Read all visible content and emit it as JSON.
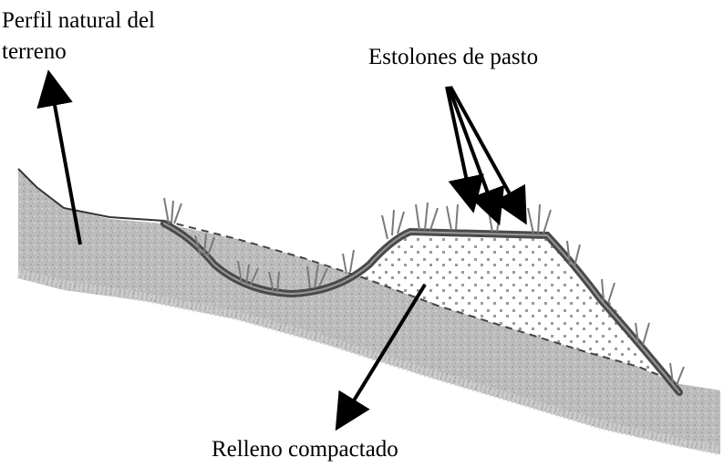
{
  "labels": {
    "natural_profile": [
      "Perfil natural del",
      "terreno"
    ],
    "grass_stolons": "Estolones de pasto",
    "compacted_fill": "Relleno compactado"
  },
  "colors": {
    "soil": "#b8b8b8",
    "soil_dark": "#8a8a8a",
    "fill_area": "#f7f7f7",
    "fill_dots": "#9a9a9a",
    "stolon_band": "#555555",
    "grass": "#7a7a7a",
    "arrow": "#000000"
  },
  "icons": {
    "arrow_head": "arrow-head-icon",
    "grass_tuft": "grass-tuft-icon"
  }
}
